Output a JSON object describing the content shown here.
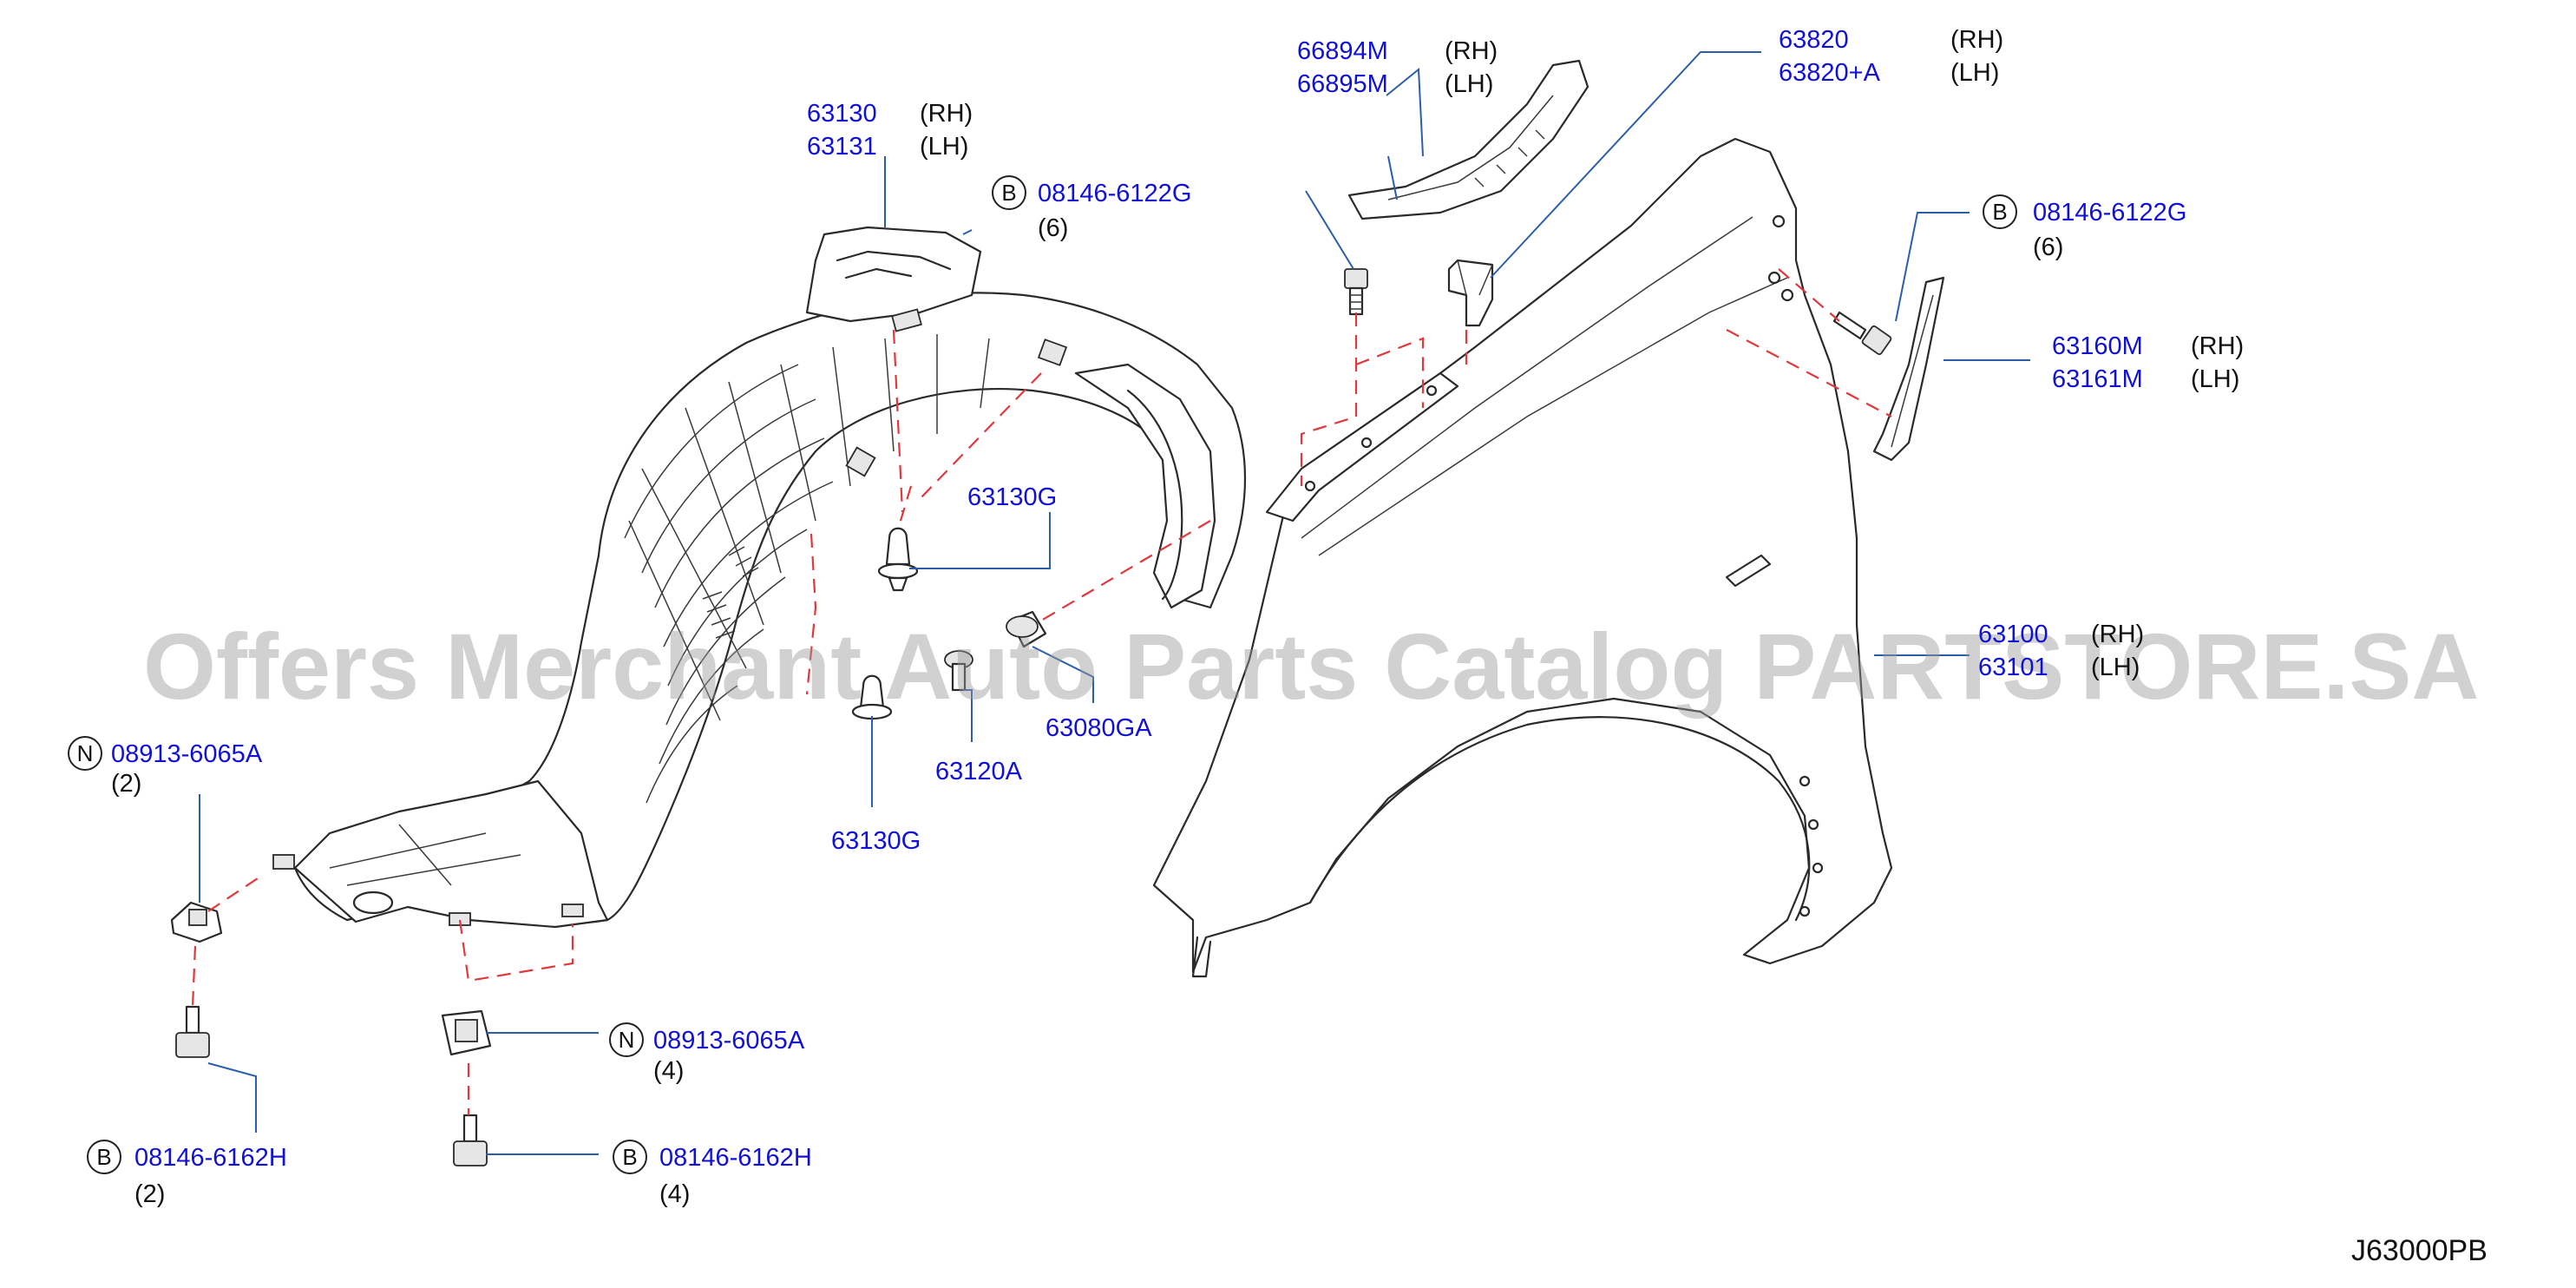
{
  "watermark": "Offers Merchant Auto Parts Catalog PARTSTORE.SA",
  "diagram_code": "J63000PB",
  "labels": {
    "l_63130": {
      "part": "63130",
      "side": "(RH)"
    },
    "l_63131": {
      "part": "63131",
      "side": "(LH)"
    },
    "l_bolt_top": {
      "prefix": "B",
      "part": "08146-6122G",
      "qty": "(6)"
    },
    "l_63130g_a": {
      "part": "63130G"
    },
    "l_63080ga": {
      "part": "63080GA"
    },
    "l_63120a": {
      "part": "63120A"
    },
    "l_63130g_b": {
      "part": "63130G"
    },
    "l_nut_left": {
      "prefix": "N",
      "part": "08913-6065A",
      "qty": "(2)"
    },
    "l_nut_mid": {
      "prefix": "N",
      "part": "08913-6065A",
      "qty": "(4)"
    },
    "l_bolt_left": {
      "prefix": "B",
      "part": "08146-6162H",
      "qty": "(2)"
    },
    "l_bolt_mid": {
      "prefix": "B",
      "part": "08146-6162H",
      "qty": "(4)"
    },
    "l_66894m": {
      "part": "66894M",
      "side": "(RH)"
    },
    "l_66895m": {
      "part": "66895M",
      "side": "(LH)"
    },
    "l_63820": {
      "part": "63820",
      "side": "(RH)"
    },
    "l_63820a": {
      "part": "63820+A",
      "side": "(LH)"
    },
    "l_bolt_right": {
      "prefix": "B",
      "part": "08146-6122G",
      "qty": "(6)"
    },
    "l_63160m": {
      "part": "63160M",
      "side": "(RH)"
    },
    "l_63161m": {
      "part": "63161M",
      "side": "(LH)"
    },
    "l_fender_a": {
      "part": "63100",
      "side": "(RH)"
    },
    "l_fender_b": {
      "part": "63101",
      "side": "(LH)"
    }
  }
}
